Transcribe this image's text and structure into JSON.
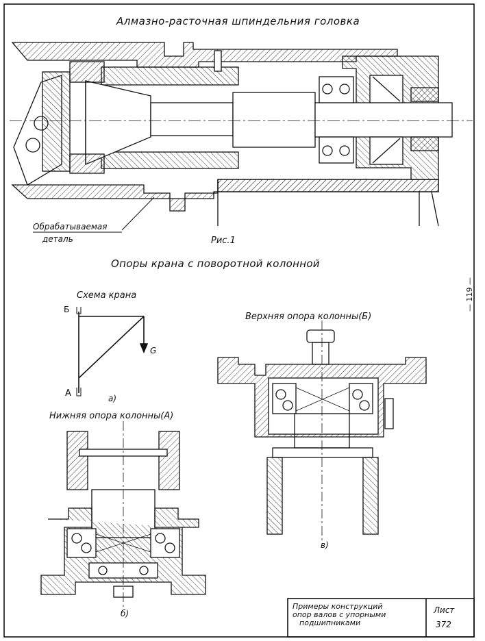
{
  "title_main": "Алмазно-расточная шпиндельния головка",
  "workpiece_label_1": "Обрабатываемая",
  "workpiece_label_2": "деталь",
  "figure_caption": "Рис.1",
  "title_crane": "Опоры крана с поворотной колонной",
  "crane_scheme_title": "Схема крана",
  "point_b": "Б",
  "point_a": "А",
  "force_label": "G",
  "caption_a": "а)",
  "lower_support_title": "Нижняя опора колонны(А)",
  "upper_support_title": "Верхняя опора колонны(Б)",
  "caption_v": "в)",
  "caption_b": "б)",
  "page_number": "— 119 —",
  "title_block": {
    "line1": "Примеры конструкций",
    "line2": "опор валов с упорными",
    "line3": "подшипниками",
    "sheet_label": "Лист",
    "sheet_number": "372"
  }
}
